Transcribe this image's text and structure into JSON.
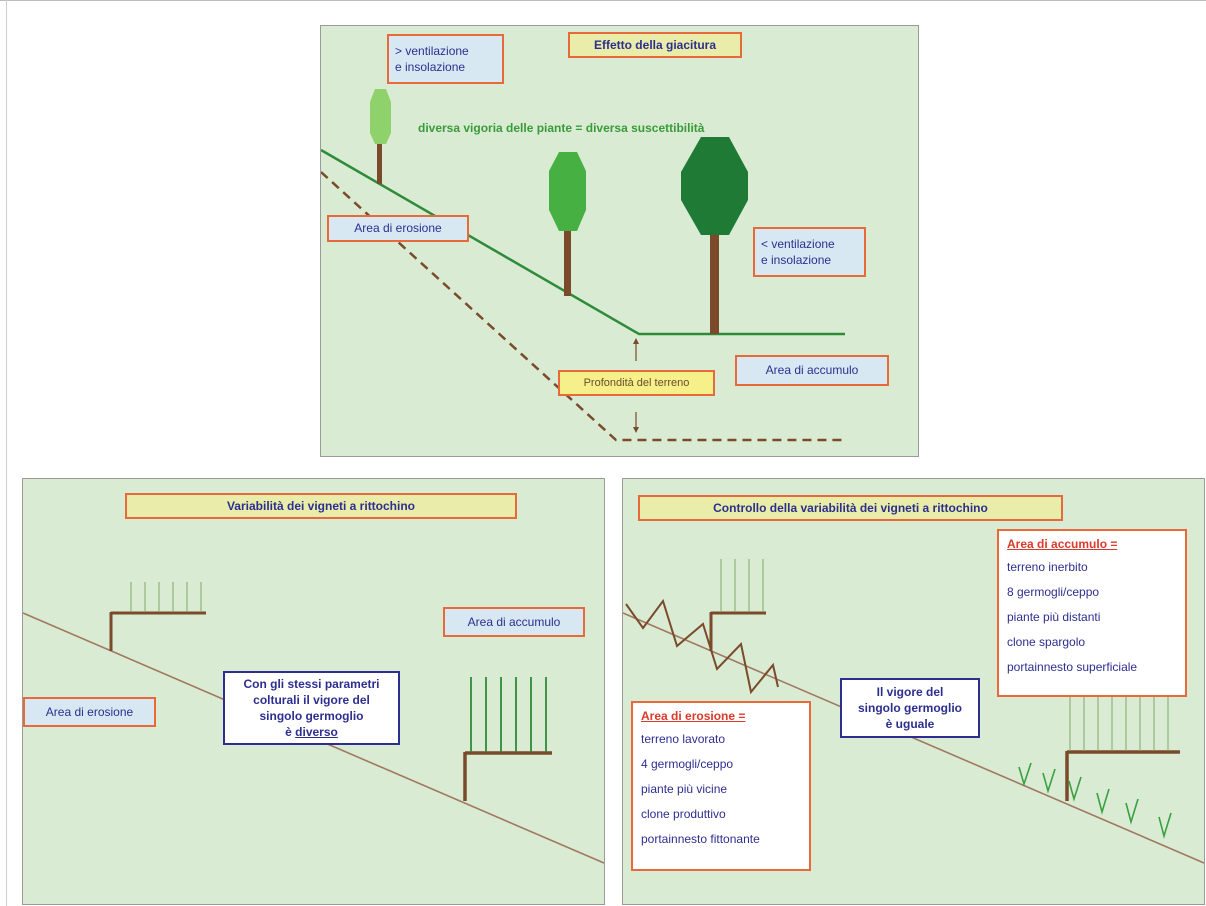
{
  "top_panel": {
    "title": "Effetto della giacitura",
    "more_ventilation": [
      "> ventilazione",
      "e insolazione"
    ],
    "less_ventilation": [
      "< ventilazione",
      "e insolazione"
    ],
    "vigor_caption": "diversa vigoria delle piante = diversa suscettibilità",
    "erosion_area": "Area di erosione",
    "accumulation_area": "Area di accumulo",
    "soil_depth": "Profondità del terreno",
    "colors": {
      "slope_line": "#2e8b3a",
      "dashed_line": "#7a4a2a",
      "trunk": "#7a4a2a",
      "canopy_small": "#8fd16b",
      "canopy_medium": "#47b043",
      "canopy_large": "#1f7a35"
    }
  },
  "left_panel": {
    "title": "Variabilità dei vigneti a rittochino",
    "accumulation_area": "Area di accumulo",
    "erosion_area": "Area di erosione",
    "note_lines": [
      "Con gli stessi parametri",
      "colturali il vigore del",
      "singolo germoglio"
    ],
    "note_prefix": "è ",
    "note_underlined": "diverso"
  },
  "right_panel": {
    "title": "Controllo della variabilità dei vigneti a rittochino",
    "accumulation": {
      "heading": "Area di accumulo =",
      "items": [
        "terreno inerbito",
        "8 germogli/ceppo",
        "piante più distanti",
        "clone spargolo",
        "portainnesto superficiale"
      ]
    },
    "erosion": {
      "heading": "Area di erosione =",
      "items": [
        "terreno lavorato",
        "4 germogli/ceppo",
        "piante più vicine",
        "clone produttivo",
        "portainnesto fittonante"
      ]
    },
    "note_lines": [
      "Il vigore del",
      "singolo germoglio",
      "è uguale"
    ]
  }
}
